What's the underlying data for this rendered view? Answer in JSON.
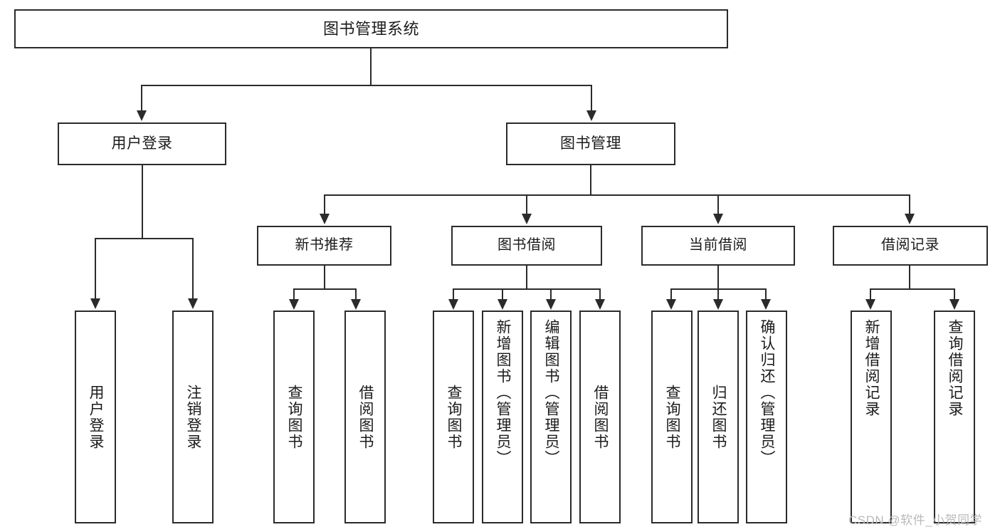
{
  "diagram": {
    "type": "hierarchy-tree",
    "title": "图书管理系统",
    "watermark": "CSDN @软件_小贺同学",
    "colors": {
      "stroke": "#2b2b2b",
      "fill": "#ffffff",
      "text": "#1b1b1b",
      "watermark": "#b9b9b9"
    },
    "nodes": {
      "root": {
        "label": "图书管理系统"
      },
      "level1": [
        {
          "label": "用户登录"
        },
        {
          "label": "图书管理"
        }
      ],
      "level2": [
        {
          "label": "新书推荐"
        },
        {
          "label": "图书借阅"
        },
        {
          "label": "当前借阅"
        },
        {
          "label": "借阅记录"
        }
      ],
      "leaves": {
        "user_login": [
          {
            "label": "用户登录"
          },
          {
            "label": "注销登录"
          }
        ],
        "new_book_recommend": [
          {
            "label": "查询图书"
          },
          {
            "label": "借阅图书"
          }
        ],
        "book_borrow": [
          {
            "label": "查询图书"
          },
          {
            "label": "新增图书（管理员）"
          },
          {
            "label": "编辑图书（管理员）"
          },
          {
            "label": "借阅图书"
          }
        ],
        "current_borrow": [
          {
            "label": "查询图书"
          },
          {
            "label": "归还图书"
          },
          {
            "label": "确认归还（管理员）"
          }
        ],
        "borrow_record": [
          {
            "label": "新增借阅记录"
          },
          {
            "label": "查询借阅记录"
          }
        ]
      }
    }
  }
}
